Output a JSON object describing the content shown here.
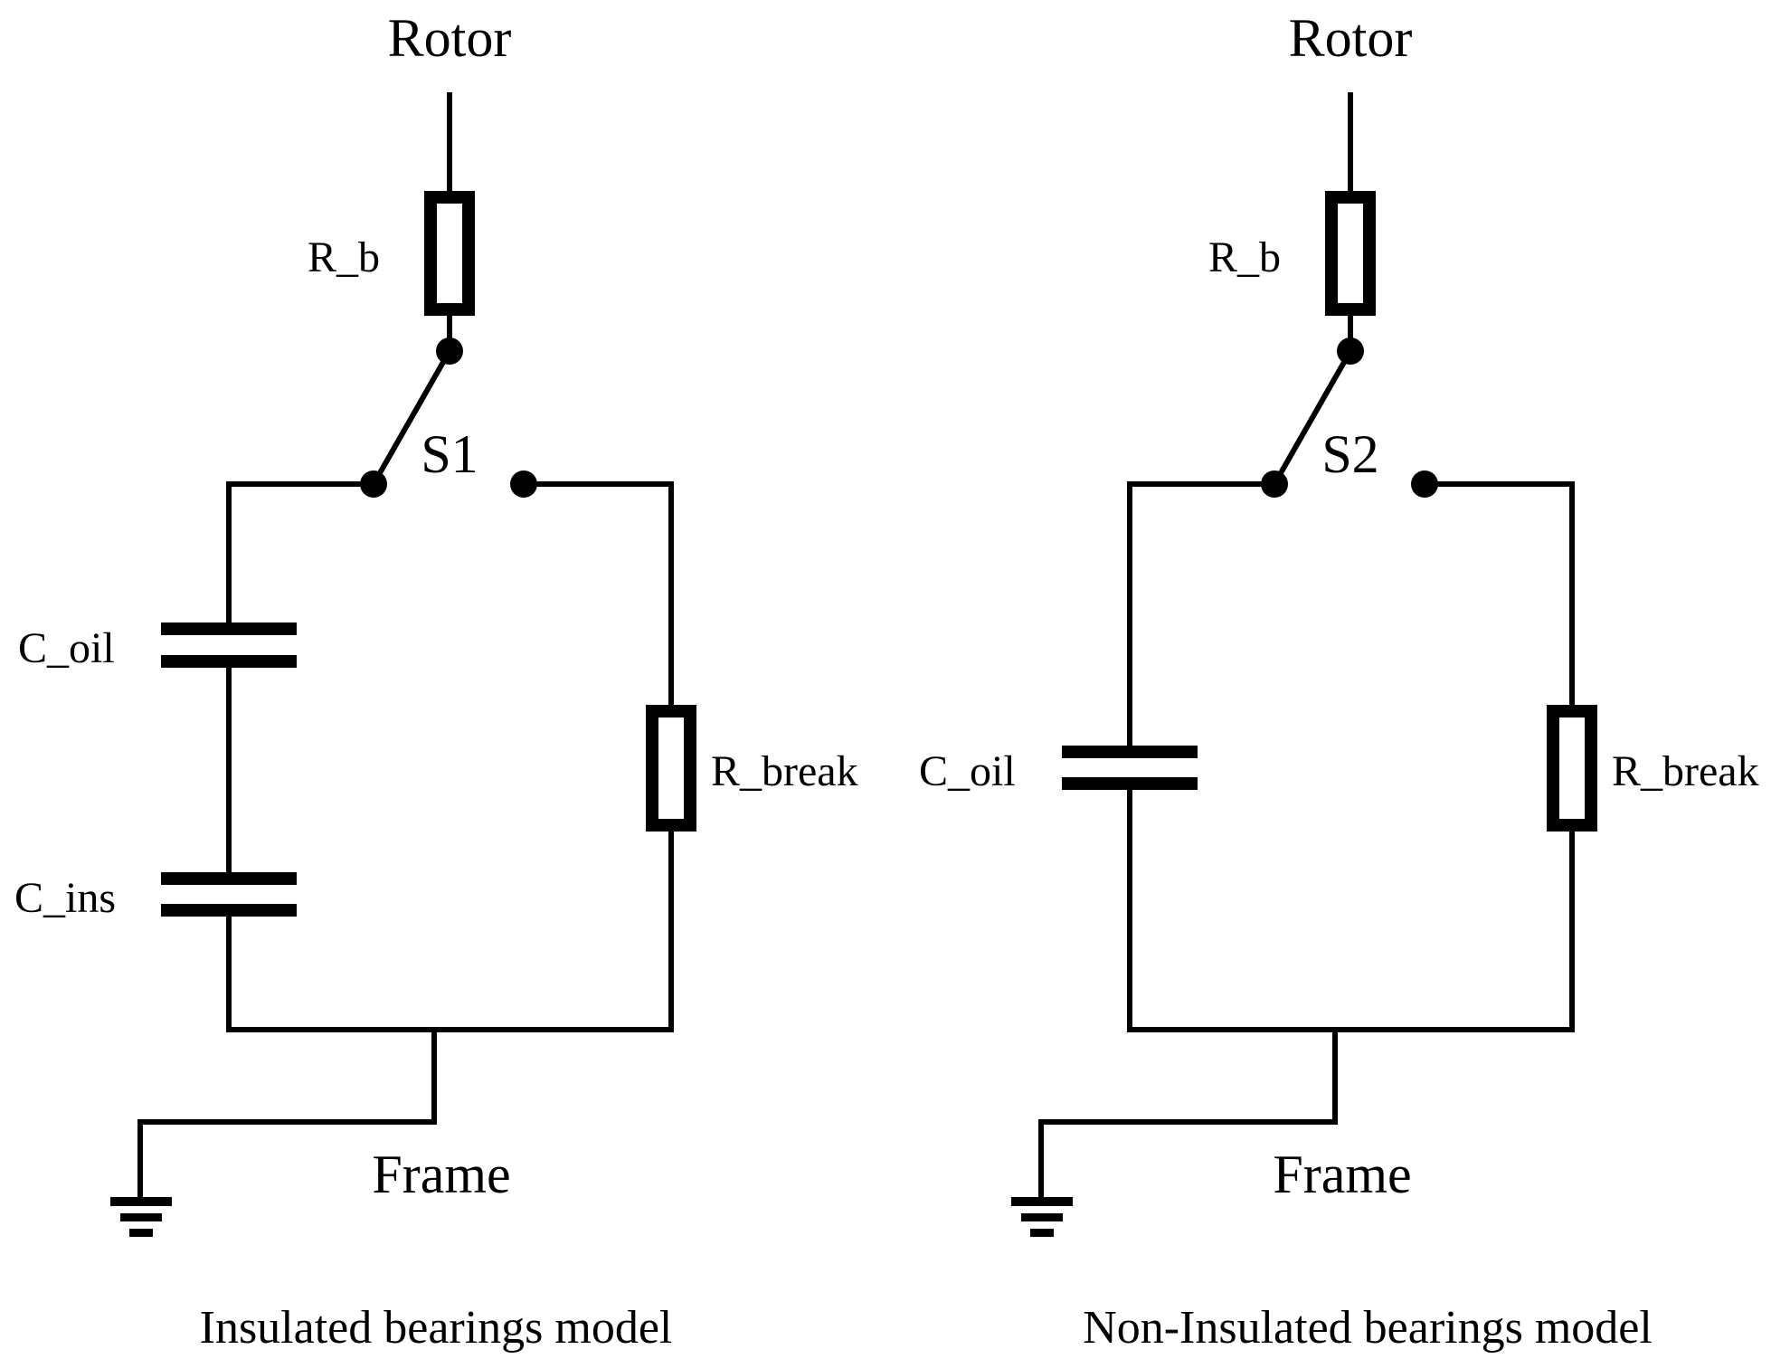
{
  "colors": {
    "line": "#000000",
    "background": "#ffffff"
  },
  "circuits": [
    {
      "caption": "Insulated bearings model",
      "top_label": "Rotor",
      "bottom_label": "Frame",
      "series_resistor": "R_b",
      "switch": "S1",
      "capacitors": [
        "C_oil",
        "C_ins"
      ],
      "break_resistor": "R_break"
    },
    {
      "caption": "Non-Insulated bearings model",
      "top_label": "Rotor",
      "bottom_label": "Frame",
      "series_resistor": "R_b",
      "switch": "S2",
      "capacitors": [
        "C_oil"
      ],
      "break_resistor": "R_break"
    }
  ]
}
